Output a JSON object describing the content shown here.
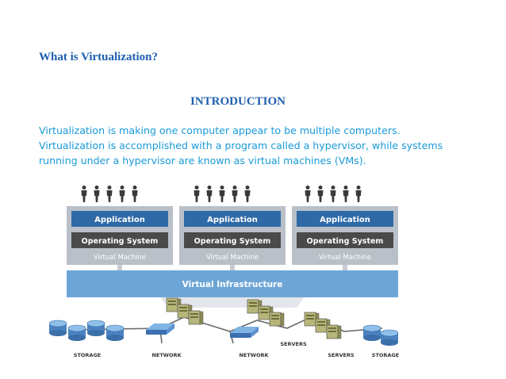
{
  "document": {
    "heading": "What is Virtualization?",
    "section_title": "INTRODUCTION",
    "paragraph_lines": [
      "Virtualization is making one computer appear to be multiple computers.",
      "Virtualization is accomplished with a program called a hypervisor, while systems",
      "running under a hypervisor are known as virtual machines (VMs)."
    ]
  },
  "diagram": {
    "vms": [
      {
        "application": "Application",
        "os": "Operating System",
        "label": "Virtual Machine"
      },
      {
        "application": "Application",
        "os": "Operating System",
        "label": "Virtual Machine"
      },
      {
        "application": "Application",
        "os": "Operating System",
        "label": "Virtual Machine"
      }
    ],
    "infrastructure": "Virtual Infrastructure",
    "bottom_labels": {
      "storage_left": "STORAGE",
      "network_left": "NETWORK",
      "network_mid": "NETWORK",
      "servers_mid": "SERVERS",
      "servers_right": "SERVERS",
      "storage_right": "STORAGE"
    },
    "colors": {
      "app_box": "#2f6aa6",
      "os_box": "#4a4a4a",
      "vm_panel": "#b9c0c8",
      "infra_bar": "#6da6d6",
      "server_box": "#b6b67a"
    }
  }
}
